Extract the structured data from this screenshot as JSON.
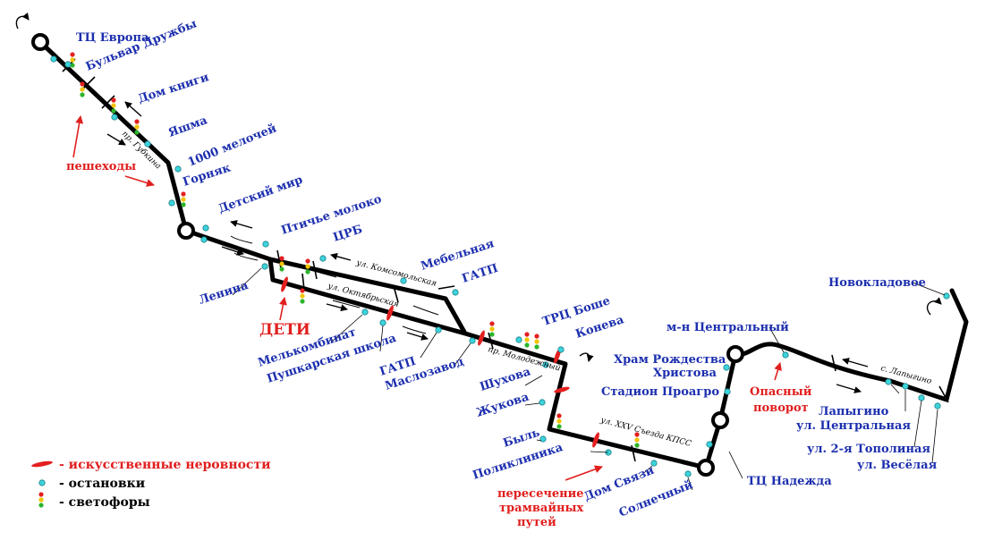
{
  "stops": {
    "tc_evropa": "ТЦ Европа",
    "bulvar_druzhby": "Бульвар Дружбы",
    "dom_knigi": "Дом книги",
    "yashma": "Яшма",
    "tysyacha_melochei": "1000 мелочей",
    "gornyak": "Горняк",
    "detskiy_mir": "Детский мир",
    "ptichye_moloko": "Птичье молоко",
    "lenina": "Ленина",
    "crb": "ЦРБ",
    "mebelnaya": "Мебельная",
    "gatp_1": "ГАТП",
    "melkombinat": "Мелькомбинат",
    "pushkarskaya": "Пушкарская школа",
    "gatp_2": "ГАТП",
    "maslozavod": "Маслозавод",
    "trc_boshe": "ТРЦ Боше",
    "koneva": "Конева",
    "shukhova": "Шухова",
    "zhukova": "Жукова",
    "byl": "Быль",
    "poliklinika": "Поликлиника",
    "dom_svyazi": "Дом Связи",
    "solnechny": "Солнечный",
    "tc_nadezhda": "ТЦ Надежда",
    "stadion_proagro": "Стадион Проагро",
    "hram_1": "Храм Рождества",
    "hram_2": "Христова",
    "mn_centralny": "м-н Центральный",
    "novokladovoe": "Новокладовое",
    "lapygino": "Лапыгино",
    "ul_centralnaya": "ул. Центральная",
    "ul_2ya_topolnaya": "ул. 2-я Тополиная",
    "ul_vesyolaya": "ул. Весёлая"
  },
  "streets": {
    "gubkina": "пр. Губкина",
    "komsomolskaya": "ул. Комсомольская",
    "oktyabrskaya": "ул. Октябрьская",
    "molodezhny": "пр. Молодежный",
    "xxv_sezda": "ул. XXV Съезда КПСС",
    "s_lapygino": "с. Лапыгино"
  },
  "warnings": {
    "peshekhody": "пешеходы",
    "deti": "ДЕТИ",
    "opasny_1": "Опасный",
    "opasny_2": "поворот",
    "peresechenie_1": "пересечение",
    "peresechenie_2": "трамвайных",
    "peresechenie_3": "путей"
  },
  "legend": {
    "bumps": "- искусственные неровности",
    "stops": "- остановки",
    "lights": "- светофоры"
  },
  "colors": {
    "route": "#000000",
    "stop": "#3ed3dc",
    "label": "#1c2fae",
    "warning": "#e11f1f"
  }
}
